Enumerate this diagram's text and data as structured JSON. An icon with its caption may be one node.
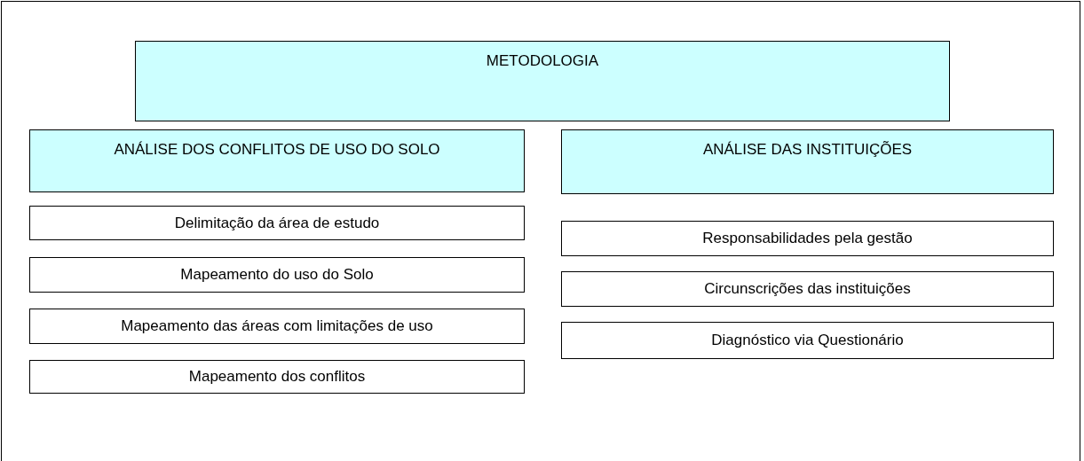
{
  "diagram": {
    "nodes": [
      {
        "text": [
          "METODOLOGIA"
        ]
      },
      {
        "text": [
          "ANÁLISE DOS CONFLITOS DE USO DO SOLO"
        ]
      },
      {
        "text": [
          "ANÁLISE DAS INSTITUIÇÕES"
        ]
      },
      {
        "text": [
          "Delimitação da área de estudo"
        ]
      },
      {
        "text": [
          "Mapeamento do uso do Solo"
        ]
      },
      {
        "text": [
          "Mapeamento das áreas com limitações de uso"
        ]
      },
      {
        "text": [
          "Mapeamento dos conflitos"
        ]
      },
      {
        "text": [
          "Responsabilidades pela gestão"
        ]
      },
      {
        "text": [
          "Circunscrições das instituições"
        ]
      },
      {
        "text": [
          "Diagnóstico via Questionário"
        ]
      }
    ]
  }
}
